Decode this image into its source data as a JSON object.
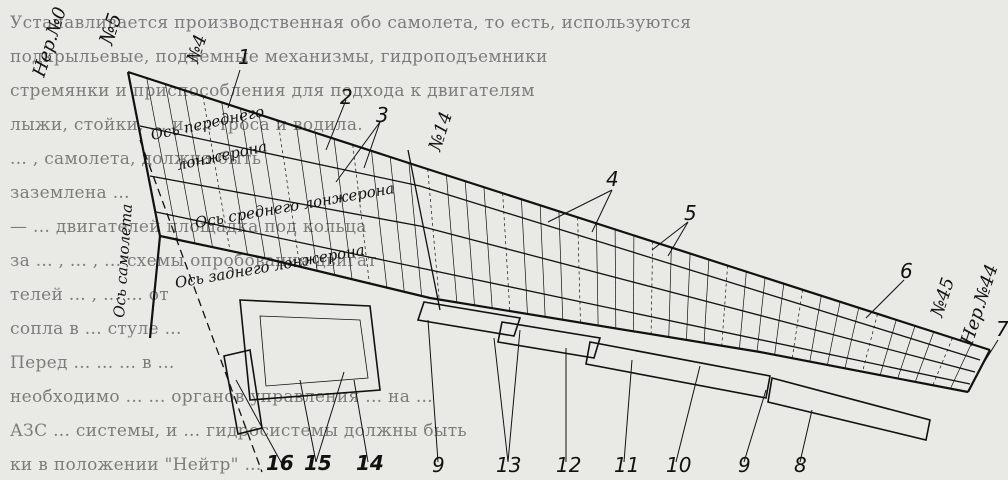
{
  "background_text": [
    "Устанавливается производственная обо самолета, то есть, используются",
    "подкрыльевые, подъемные механизмы, гидроподъемники",
    "стремянки и приспособления для подхода к двигателям",
    "лыжи, стойки, ... и, ... троса и водила.",
    "... , самолета, должна быть",
    "заземлена ...",
    "— ... двигателей площадка под кольца",
    "за ... , ... , ... схемы опробования двигат",
    "телей ... , ... ... от",
    "сопла в ... стуле ...",
    "Перед ... ... ... в ...",
    "необходимо ... ... органов управления ... на ...",
    "АЗС ... системы, и ... гидросистемы должны быть",
    "ки в положении \"Нейтр\" ..."
  ],
  "labels": {
    "rib0": "Нер.№0",
    "no5": "№5",
    "no4": "№4",
    "no14": "№14",
    "no45": "№45",
    "rib44": "Нер.№44",
    "axis_aircraft": "Ось самолета",
    "front_spar": [
      "Ось переднего",
      "лонжерона"
    ],
    "middle_spar": "Ось среднего лонжерона",
    "rear_spar": "Ось заднего лонжерона"
  },
  "callouts": {
    "c1": "1",
    "c2": "2",
    "c3": "3",
    "c4": "4",
    "c5": "5",
    "c6": "6",
    "c7": "7",
    "c8": "8",
    "c9a": "9",
    "c9b": "9",
    "c10": "10",
    "c11": "11",
    "c12": "12",
    "c13": "13",
    "c14": "14",
    "c15": "15",
    "c16": "16"
  }
}
